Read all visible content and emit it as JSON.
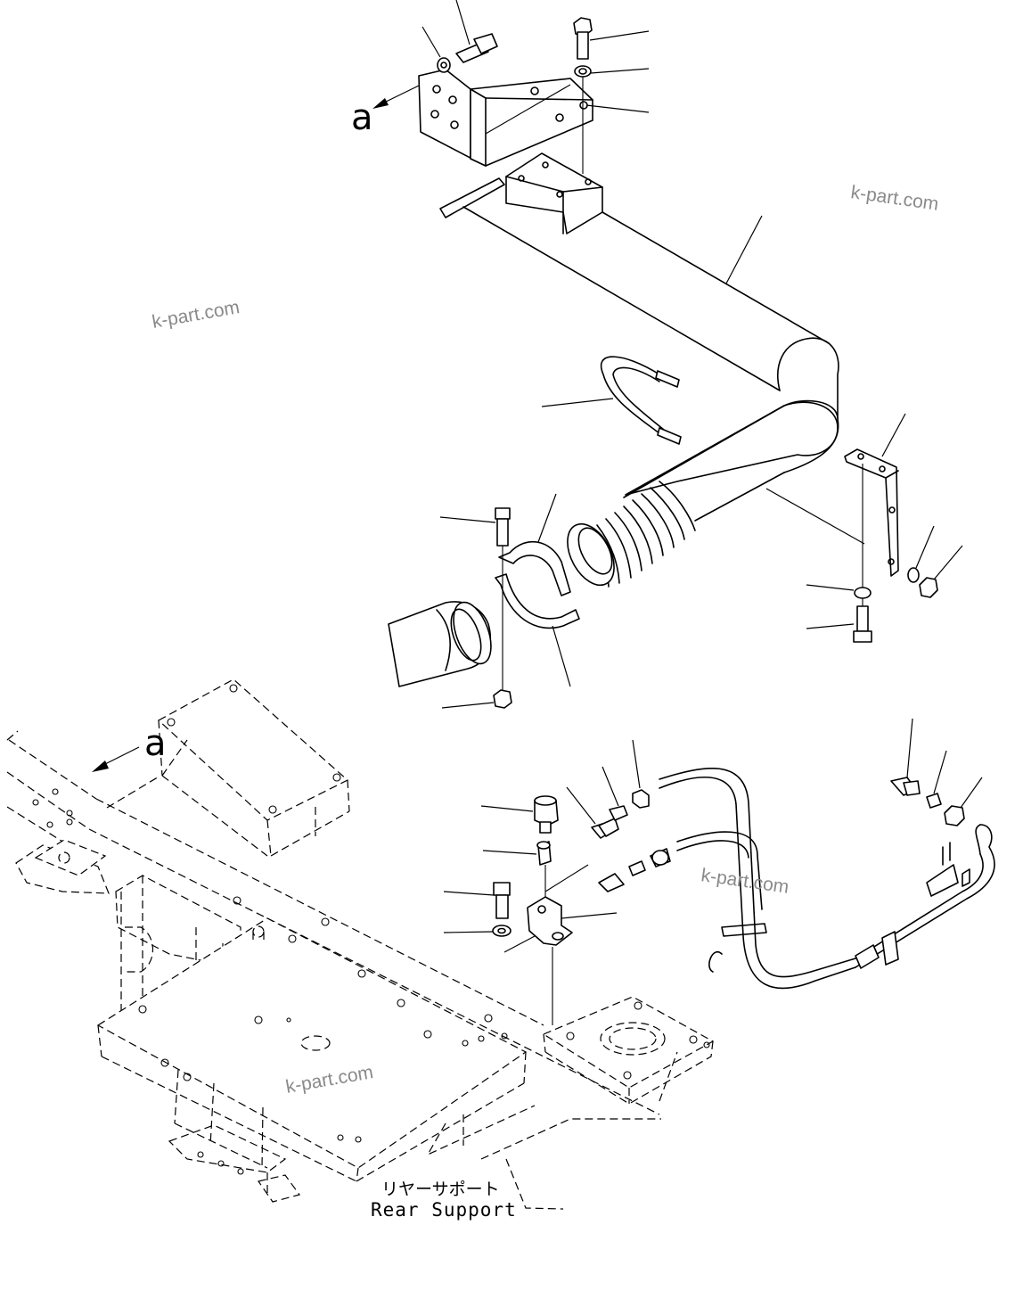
{
  "view_labels": {
    "upper": "a",
    "lower": "a"
  },
  "component_label": {
    "japanese": "リヤーサポート",
    "english": "Rear Support"
  },
  "watermarks": [
    "k-part.com",
    "k-part.com",
    "k-part.com",
    "k-part.com"
  ]
}
